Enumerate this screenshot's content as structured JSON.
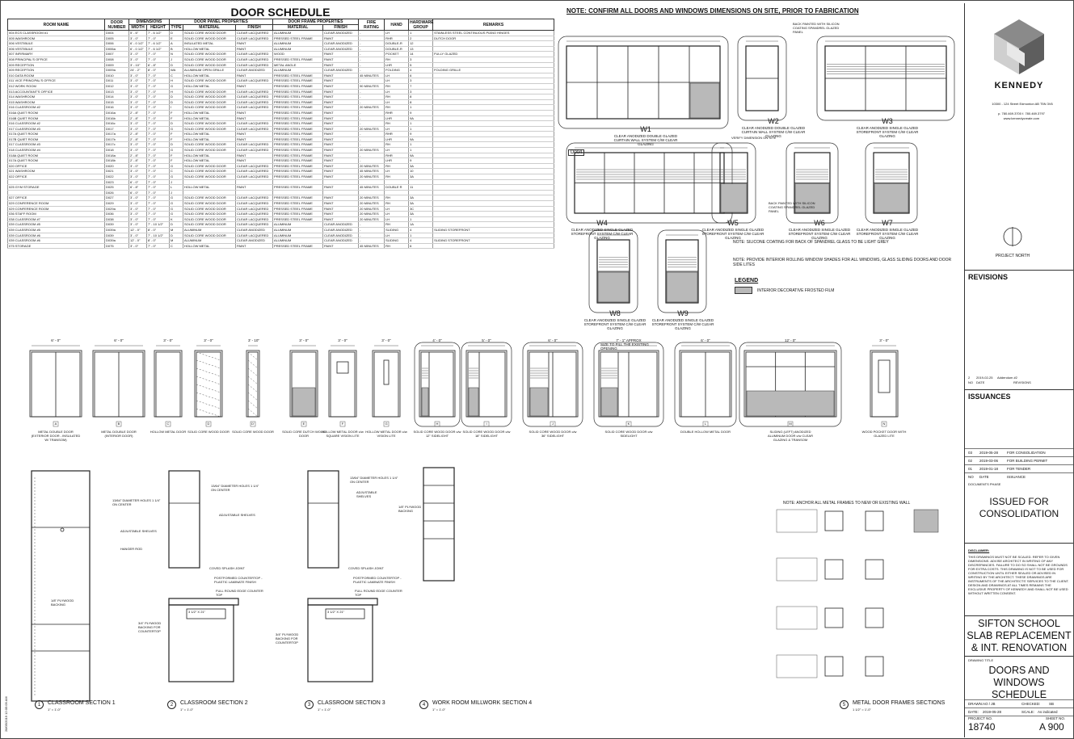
{
  "schedule": {
    "title": "DOOR SCHEDULE",
    "group_headers": {
      "dimensions": "DIMENSIONS",
      "door_panel": "DOOR PANEL PROPERTIES",
      "door_frame": "DOOR FRAME PROPERTIES"
    },
    "columns": [
      "ROOM NAME",
      "DOOR NUMBER",
      "WIDTH",
      "HEIGHT",
      "TYPE",
      "MATERIAL",
      "FINISH",
      "MATERIAL",
      "FINISH",
      "FIRE RATING",
      "HAND",
      "HARDWARE GROUP",
      "REMARKS"
    ],
    "rows": [
      [
        "004 ECS CLASSROOM #1",
        "D004",
        "5' - 6\"",
        "7' - 6 1/2\"",
        "D",
        "SOLID CORE WOOD DOOR",
        "CLEAR LACQUERED",
        "ALUMINUM",
        "CLEAR ANODIZED",
        "-",
        "LH",
        "1",
        "STAINLESS STEEL CONTINUOUS PIANO HINGES"
      ],
      [
        "005 WASHROOM",
        "D005",
        "3' - 0\"",
        "7' - 0\"",
        "E",
        "SOLID CORE WOOD DOOR",
        "CLEAR LACQUERED",
        "PRESSED STEEL FRAME",
        "PAINT",
        "-",
        "RHR",
        "2",
        "DUTCH DOOR"
      ],
      [
        "006 VESTIBULE",
        "D006",
        "6' - 0 1/2\"",
        "7' - 6 1/2\"",
        "A",
        "INSULATED METAL",
        "PAINT",
        "ALUMINUM",
        "CLEAR ANODIZED",
        "-",
        "DOUBLE-R",
        "12",
        ""
      ],
      [
        "006 VESTIBULE",
        "D006a",
        "6' - 0 1/2\"",
        "7' - 6 1/2\"",
        "B",
        "HOLLOW METAL",
        "PAINT",
        "ALUMINUM",
        "CLEAR ANODIZED",
        "-",
        "DOUBLE-R",
        "13",
        ""
      ],
      [
        "007 INFIRMARY",
        "D007",
        "3' - 0\"",
        "7' - 0\"",
        "N",
        "SOLID CORE WOOD DOOR",
        "CLEAR LACQUERED",
        "WOOD",
        "PAINT",
        "-",
        "POCKET",
        "14",
        "FULLY GLAZED"
      ],
      [
        "008 PRINCIPAL'S OFFICE",
        "D008",
        "3' - 0\"",
        "7' - 0\"",
        "J",
        "SOLID CORE WOOD DOOR",
        "CLEAR LACQUERED",
        "PRESSED STEEL FRAME",
        "PAINT",
        "-",
        "RH",
        "3",
        ""
      ],
      [
        "009 RECEPTION",
        "D009",
        "3' - 10\"",
        "6' - 8\"",
        "D",
        "SOLID CORE WOOD DOOR",
        "CLEAR LACQUERED",
        "METAL ANGLE",
        "PAINT",
        "-",
        "LHR",
        "5",
        ""
      ],
      [
        "009 RECEPTION",
        "D009a",
        "24' - 2\"",
        "8' - 0\"",
        "WA",
        "ALUMINUM OPEN GRILLE",
        "CLEAR ANODIZED",
        "ALUMINUM",
        "CLEAR ANODIZED",
        "-",
        "FOLDING",
        "4",
        "FOLDING GRILLE"
      ],
      [
        "010 DATA ROOM",
        "D010",
        "3' - 0\"",
        "7' - 0\"",
        "C",
        "HOLLOW METAL",
        "PAINT",
        "PRESSED STEEL FRAME",
        "PAINT",
        "45 MINUTES",
        "LH",
        "6",
        ""
      ],
      [
        "011 VICE PRINCIPAL'S OFFICE",
        "D011",
        "3' - 0\"",
        "7' - 0\"",
        "H",
        "SOLID CORE WOOD DOOR",
        "CLEAR LACQUERED",
        "PRESSED STEEL FRAME",
        "PAINT",
        "-",
        "LH",
        "3",
        ""
      ],
      [
        "012 WORK ROOM",
        "D012",
        "3' - 0\"",
        "7' - 0\"",
        "G",
        "HOLLOW METAL",
        "PAINT",
        "PRESSED STEEL FRAME",
        "PAINT",
        "90 MINUTES",
        "RH",
        "7",
        ""
      ],
      [
        "013 ACCOUNTANT'S OFFICE",
        "D013",
        "3' - 0\"",
        "7' - 0\"",
        "H",
        "SOLID CORE WOOD DOOR",
        "CLEAR LACQUERED",
        "PRESSED STEEL FRAME",
        "PAINT",
        "-",
        "LH",
        "3",
        ""
      ],
      [
        "014 WASHROOM",
        "D014",
        "3' - 0\"",
        "7' - 0\"",
        "D",
        "SOLID CORE WOOD DOOR",
        "CLEAR LACQUERED",
        "PRESSED STEEL FRAME",
        "PAINT",
        "-",
        "RH",
        "8",
        ""
      ],
      [
        "015 WASHROOM",
        "D015",
        "3' - 0\"",
        "7' - 0\"",
        "D",
        "SOLID CORE WOOD DOOR",
        "CLEAR LACQUERED",
        "PRESSED STEEL FRAME",
        "PAINT",
        "-",
        "LH",
        "8",
        ""
      ],
      [
        "016 CLASSROOM #2",
        "D016",
        "3' - 0\"",
        "7' - 0\"",
        "I",
        "SOLID CORE WOOD DOOR",
        "CLEAR LACQUERED",
        "PRESSED STEEL FRAME",
        "PAINT",
        "20 MINUTES",
        "RH",
        "1",
        ""
      ],
      [
        "016A QUIET ROOM",
        "D016a",
        "2' - 8\"",
        "7' - 0\"",
        "F",
        "HOLLOW METAL",
        "PAINT",
        "PRESSED STEEL FRAME",
        "PAINT",
        "-",
        "RHR",
        "9",
        ""
      ],
      [
        "016B QUIET ROOM",
        "D016b",
        "2' - 8\"",
        "7' - 0\"",
        "F",
        "HOLLOW METAL",
        "PAINT",
        "PRESSED STEEL FRAME",
        "PAINT",
        "-",
        "LHR",
        "9A",
        ""
      ],
      [
        "016 CLASSROOM #2",
        "D016c",
        "3' - 0\"",
        "7' - 0\"",
        "D",
        "SOLID CORE WOOD DOOR",
        "CLEAR LACQUERED",
        "PRESSED STEEL FRAME",
        "PAINT",
        "-",
        "RH",
        "1",
        ""
      ],
      [
        "017 CLASSROOM #3",
        "D017",
        "3' - 0\"",
        "7' - 0\"",
        "G",
        "SOLID CORE WOOD DOOR",
        "CLEAR LACQUERED",
        "PRESSED STEEL FRAME",
        "PAINT",
        "20 MINUTES",
        "LH",
        "1",
        ""
      ],
      [
        "017A QUIET ROOM",
        "D017a",
        "2' - 8\"",
        "7' - 0\"",
        "F",
        "HOLLOW METAL",
        "PAINT",
        "PRESSED STEEL FRAME",
        "PAINT",
        "-",
        "RHR",
        "9",
        ""
      ],
      [
        "017B QUIET ROOM",
        "D017b",
        "2' - 8\"",
        "7' - 0\"",
        "F",
        "HOLLOW METAL",
        "PAINT",
        "PRESSED STEEL FRAME",
        "PAINT",
        "-",
        "LHR",
        "9A",
        ""
      ],
      [
        "017 CLASSROOM #3",
        "D017c",
        "3' - 0\"",
        "7' - 0\"",
        "D",
        "SOLID CORE WOOD DOOR",
        "CLEAR LACQUERED",
        "PRESSED STEEL FRAME",
        "PAINT",
        "-",
        "RH",
        "1",
        ""
      ],
      [
        "018 CLASSROOM #4",
        "D018",
        "3' - 0\"",
        "7' - 0\"",
        "G",
        "SOLID CORE WOOD DOOR",
        "CLEAR LACQUERED",
        "PRESSED STEEL FRAME",
        "PAINT",
        "20 MINUTES",
        "LH",
        "1",
        ""
      ],
      [
        "018A QUIET ROOM",
        "D018a",
        "2' - 8\"",
        "7' - 0\"",
        "F",
        "HOLLOW METAL",
        "PAINT",
        "PRESSED STEEL FRAME",
        "PAINT",
        "-",
        "RHR",
        "9A",
        ""
      ],
      [
        "017A QUIET ROOM",
        "D018b",
        "2' - 8\"",
        "7' - 0\"",
        "F",
        "HOLLOW METAL",
        "PAINT",
        "PRESSED STEEL FRAME",
        "PAINT",
        "-",
        "LHR",
        "9",
        ""
      ],
      [
        "020 OFFICE",
        "D020",
        "3' - 0\"",
        "7' - 0\"",
        "G",
        "SOLID CORE WOOD DOOR",
        "CLEAR LACQUERED",
        "PRESSED STEEL FRAME",
        "PAINT",
        "20 MINUTES",
        "RH",
        "3A",
        ""
      ],
      [
        "021 WASHROOM",
        "D021",
        "3' - 0\"",
        "7' - 0\"",
        "C",
        "SOLID CORE WOOD DOOR",
        "CLEAR LACQUERED",
        "PRESSED STEEL FRAME",
        "PAINT",
        "45 MINUTES",
        "LH",
        "10",
        ""
      ],
      [
        "022 OFFICE",
        "D022",
        "3' - 0\"",
        "7' - 0\"",
        "G",
        "SOLID CORE WOOD DOOR",
        "CLEAR LACQUERED",
        "PRESSED STEEL FRAME",
        "PAINT",
        "20 MINUTES",
        "RH",
        "3A",
        ""
      ],
      [
        "",
        "D023",
        "6' - 0\"",
        "7' - 0\"",
        "J",
        "",
        "",
        "",
        "",
        "",
        "",
        "",
        ""
      ],
      [
        "025 GYM STORAGE",
        "D025",
        "6' - 8\"",
        "7' - 0\"",
        "L",
        "HOLLOW METAL",
        "PAINT",
        "PRESSED STEEL FRAME",
        "PAINT",
        "45 MINUTES",
        "DOUBLE R",
        "11",
        ""
      ],
      [
        "",
        "D026",
        "6' - 0\"",
        "7' - 0\"",
        "J",
        "",
        "",
        "",
        "",
        "",
        "",
        "",
        ""
      ],
      [
        "027 OFFICE",
        "D027",
        "3' - 0\"",
        "7' - 0\"",
        "G",
        "SOLID CORE WOOD DOOR",
        "CLEAR LACQUERED",
        "PRESSED STEEL FRAME",
        "PAINT",
        "20 MINUTES",
        "RH",
        "3A",
        ""
      ],
      [
        "029 CONFERENCE ROOM",
        "D029",
        "3' - 0\"",
        "7' - 0\"",
        "G",
        "SOLID CORE WOOD DOOR",
        "CLEAR LACQUERED",
        "PRESSED STEEL FRAME",
        "PAINT",
        "20 MINUTES",
        "RH",
        "3A",
        ""
      ],
      [
        "029 CONFERENCE ROOM",
        "D029a",
        "3' - 0\"",
        "7' - 0\"",
        "G",
        "SOLID CORE WOOD DOOR",
        "CLEAR LACQUERED",
        "PRESSED STEEL FRAME",
        "PAINT",
        "20 MINUTES",
        "LH",
        "3C",
        ""
      ],
      [
        "036 STAFF ROOM",
        "D036",
        "3' - 0\"",
        "7' - 0\"",
        "G",
        "SOLID CORE WOOD DOOR",
        "CLEAR LACQUERED",
        "PRESSED STEEL FRAME",
        "PAINT",
        "20 MINUTES",
        "LH",
        "3A",
        ""
      ],
      [
        "038 CLASSROOM #7",
        "D038",
        "3' - 0\"",
        "7' - 0\"",
        "K",
        "SOLID CORE WOOD DOOR",
        "CLEAR LACQUERED",
        "PRESSED STEEL FRAME",
        "PAINT",
        "20 MINUTES",
        "LH",
        "1",
        ""
      ],
      [
        "039 CLASSROOM #5",
        "D039",
        "3' - 0\"",
        "7' - 10 1/2\"",
        "D",
        "SOLID CORE WOOD DOOR",
        "CLEAR LACQUERED",
        "ALUMINUM",
        "CLEAR ANODIZED",
        "-",
        "RH",
        "1A",
        ""
      ],
      [
        "039 CLASSROOM #5",
        "D039a",
        "12' - 0\"",
        "8' - 0\"",
        "M",
        "ALUMINUM",
        "CLEAR ANODIZED",
        "ALUMINUM",
        "CLEAR ANODIZED",
        "-",
        "SLIDING",
        "4",
        "SLIDING STOREFRONT"
      ],
      [
        "039 CLASSROOM #6",
        "D039",
        "3' - 0\"",
        "7' - 10 1/2\"",
        "D",
        "SOLID CORE WOOD DOOR",
        "CLEAR LACQUERED",
        "ALUMINUM",
        "CLEAR ANODIZED",
        "-",
        "LH",
        "1",
        ""
      ],
      [
        "039 CLASSROOM #6",
        "D039a",
        "12' - 0\"",
        "8' - 0\"",
        "M",
        "ALUMINUM",
        "CLEAR ANODIZED",
        "ALUMINUM",
        "CLEAR ANODIZED",
        "-",
        "SLIDING",
        "4",
        "SLIDING STOREFRONT"
      ],
      [
        "075 STORAGE",
        "D075",
        "3' - 0\"",
        "7' - 0\"",
        "C",
        "HOLLOW METAL",
        "PAINT",
        "PRESSED STEEL FRAME",
        "PAINT",
        "45 MINUTES",
        "RH",
        "6",
        ""
      ]
    ]
  },
  "windows": {
    "note_heading": "NOTE: CONFIRM ALL DOORS AND WINDOWS DIMENSIONS ON SITE, PRIOR TO FABRICATION",
    "tags": [
      "W1",
      "W2",
      "W3",
      "W4",
      "W5",
      "W6",
      "W7",
      "W8",
      "W9"
    ],
    "captions": [
      "CLEAR ANODIZED DOUBLE GLAZED CURTAIN WALL SYSTEM C/W CLEAR GLAZING",
      "CLEAR ANODIZED DOUBLE GLAZED CURTAIN WALL SYSTEM C/W CLEAR GLAZING",
      "CLEAR ANODIZED SINGLE GLAZED STOREFRONT SYSTEM C/W CLEAR GLAZING",
      "CLEAR ANODIZED SINGLE GLAZED STOREFRONT SYSTEM C/W CLEAR GLAZING",
      "CLEAR ANODIZED SINGLE GLAZED STOREFRONT SYSTEM C/W CLEAR GLAZING",
      "CLEAR ANODIZED SINGLE GLAZED STOREFRONT SYSTEM C/W CLEAR GLAZING",
      "CLEAR ANODIZED SINGLE GLAZED STOREFRONT SYSTEM C/W CLEAR GLAZING",
      "CLEAR ANODIZED SINGLE GLAZED STOREFRONT SYSTEM C/W CLEAR GLAZING",
      "CLEAR ANODIZED SINGLE GLAZED STOREFRONT SYSTEM C/W CLEAR GLAZING"
    ],
    "back_painted_note": "BACK PAINTED WITH SILICON COATING SPANDREL GLAZED PANEL",
    "verify_note": "VERIFY DIMENSION ON SITE",
    "d004_label": "D004",
    "note_spandrel": "NOTE: SILICONE COATING FOR BACK OF SPANDREL GLASS TO BE LIGHT GREY",
    "note_shades": "NOTE: PROVIDE INTERIOR ROLLING WINDOW SHADES FOR ALL WINDOWS, GLASS SLIDING DOORS AND DOOR SIDE LITES",
    "legend_title": "LEGEND",
    "legend_item": "INTERIOR DECORATIVE FROSTED FILM"
  },
  "north": {
    "label": "PROJECT NORTH"
  },
  "door_types": {
    "widths": [
      "6' - 0\"",
      "6' - 0\"",
      "3' - 0\"",
      "3' - 0\"",
      "3' - 10\"",
      "3' - 0\"",
      "3' - 0\"",
      "3' - 0\"",
      "4' - 0\"",
      "5' - 0\"",
      "6' - 0\"",
      "7' - 1\" APPROX",
      "6' - 0\"",
      "12' - 0\"",
      "3' - 0\""
    ],
    "letters": [
      "A",
      "B",
      "C",
      "D",
      "D'",
      "E",
      "F",
      "G",
      "H",
      "I",
      "J",
      "K",
      "L",
      "M",
      "N"
    ],
    "captions": [
      "METAL DOUBLE DOOR (EXTERIOR DOOR - INSULATED W/ TRANSOM)",
      "METAL DOUBLE DOOR (INTERIOR DOOR)",
      "HOLLOW METAL DOOR",
      "SOLID CORE WOOD DOOR",
      "SOLID CORE WOOD DOOR",
      "SOLID CORE DUTCH WOOD DOOR",
      "HOLLOW METAL DOOR c/w SQUARE VISION LITE",
      "HOLLOW METAL DOOR c/w VISION LITE",
      "SOLID CORE WOOD DOOR c/w 12\" SIDELIGHT",
      "SOLID CORE WOOD DOOR c/w 18\" SIDELIGHT",
      "SOLID CORE WOOD DOOR c/w 36\" SIDELIGHT",
      "SOLID CORE WOOD DOOR c/w SIDELIGHT",
      "DOUBLE HOLLOW METAL DOOR",
      "SLIDING (LEFT) ANODIZED ALUMINUM DOOR c/w CLEAR GLAZING & TRANSOM",
      "WOOD POCKET DOOR WITH GLAZED LITE"
    ],
    "note_fill": "SIZE TO FILL THE EXISTING OPENING"
  },
  "sections": [
    {
      "num": "1",
      "title": "CLASSROOM SECTION 1",
      "scale": "1\" = 1'-0\""
    },
    {
      "num": "2",
      "title": "CLASSROOM SECTION 2",
      "scale": "1\" = 1'-0\""
    },
    {
      "num": "3",
      "title": "CLASSROOM SECTION 3",
      "scale": "1\" = 1'-0\""
    },
    {
      "num": "4",
      "title": "WORK ROOM MILLWORK SECTION 4",
      "scale": "1\" = 1'-0\""
    },
    {
      "num": "5",
      "title": "METAL DOOR FRAMES SECTIONS",
      "scale": "1 1/2\" = 1'-0\""
    }
  ],
  "section_notes": {
    "holes": "13/64\" DIAMETER HOLES 1 1/4\" ON CENTER",
    "shelves": "ADJUSTABLE SHELVES",
    "hanger": "HANGER ROD",
    "plywood": "1/8\" PLYWOOD BACKING",
    "splash": "COVED SPLASH JOINT",
    "countertop": "POSTFORMED COUNTERTOP - PLASTIC LAMINATE FINISH",
    "edge": "FULL ROUND EDGE COUNTER TOP",
    "backing34": "3/4\" PLYWOOD BACKING FOR COUNTERTOP",
    "box": "3 1/2\" X 21\"",
    "frame_note": "NOTE: ANCHOR ALL METAL FRAMES TO NEW OR EXISTING WALL"
  },
  "title_block": {
    "firm": "KENNEDY",
    "address": "10300 - 124 Street  Edmonton AB T5N 3V6",
    "phone": "p. 780.469.3700   f. 780.469.3797",
    "web": "www.kennedycreate.com",
    "revisions_title": "REVISIONS",
    "revision_row": [
      "2",
      "2019-02-25",
      "Addendum #2"
    ],
    "revision_head": [
      "NO",
      "DATE",
      "REVISIONS"
    ],
    "issuances_title": "ISSUANCES",
    "issuances": [
      [
        "03",
        "2019-05-28",
        "FOR CONSOLIDATION"
      ],
      [
        "02",
        "2019-03-06",
        "FOR BUILDING PERMIT"
      ],
      [
        "01",
        "2019-01-18",
        "FOR TENDER"
      ]
    ],
    "issuance_head": [
      "NO",
      "DATE",
      "ISSUANCE"
    ],
    "phase_label": "DOCUMENTS PHASE",
    "phase": "ISSUED FOR CONSOLIDATION",
    "disclaimer_title": "DISCLAIMER:",
    "disclaimer": "THIS DRAWINGS MUST NOT BE SCALED. REFER TO GIVEN DIMENSIONS. ADVISE ARCHITECT IN WRITING OF ANY DISCREPANCIES. FAILURE TO DO SO SHALL NOT BE GROUNDS FOR EXTRA COSTS. THIS DRAWING IS NOT TO BE USED FOR CONSTRUCTION UNTIL EITHER SEALED OR ADVISED IN WRITING BY THE ARCHITECT. THESE DRAWINGS ARE INSTRUMENTS OF THE ARCHITECTS' SERVICES TO THE CLIENT. DESIGN AND DRAWINGS AT ALL TIMES REMAINS THE EXCLUSIVE PROPERTY OF KENNEDY AND SHALL NOT BE USED WITHOUT WRITTEN CONSENT.",
    "project": "SIFTON SCHOOL SLAB REPLACEMENT & INT. RENOVATION",
    "drawing_title_label": "DRAWING TITLE",
    "drawing_title": "DOORS AND WINDOWS SCHEDULE",
    "drawn_label": "DRAWN:",
    "drawn": "AO / JB",
    "checked_label": "CHECKED:",
    "checked": "SB",
    "date_label": "DATE:",
    "date": "2019-05-28",
    "scale_label": "SCALE:",
    "scale": "As indicated",
    "project_no_label": "PROJECT NO.",
    "project_no": "18740",
    "sheet_no_label": "SHEET NO.",
    "sheet_no": "A 900"
  },
  "stamp": "28/05/2019 12:05:09 AM"
}
